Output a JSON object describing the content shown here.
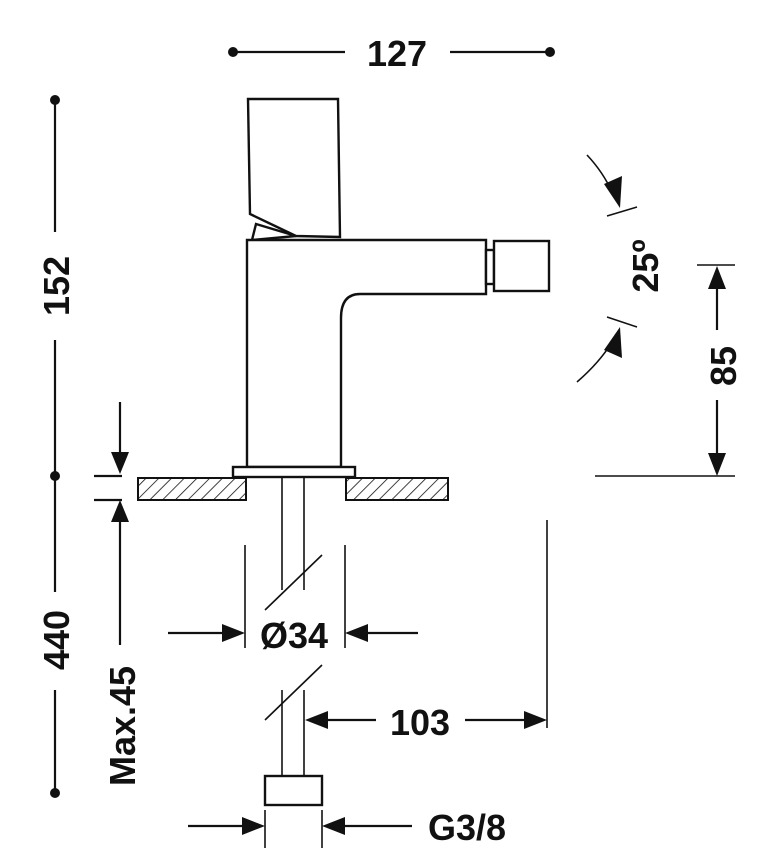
{
  "dimensions": {
    "width_top": "127",
    "height_total": "152",
    "angle": "25º",
    "spout_height": "85",
    "supply_length": "440",
    "max_thickness": "Max.45",
    "hole_diameter": "Ø34",
    "projection": "103",
    "thread": "G3/8"
  },
  "colors": {
    "line": "#111111",
    "background": "#ffffff"
  }
}
